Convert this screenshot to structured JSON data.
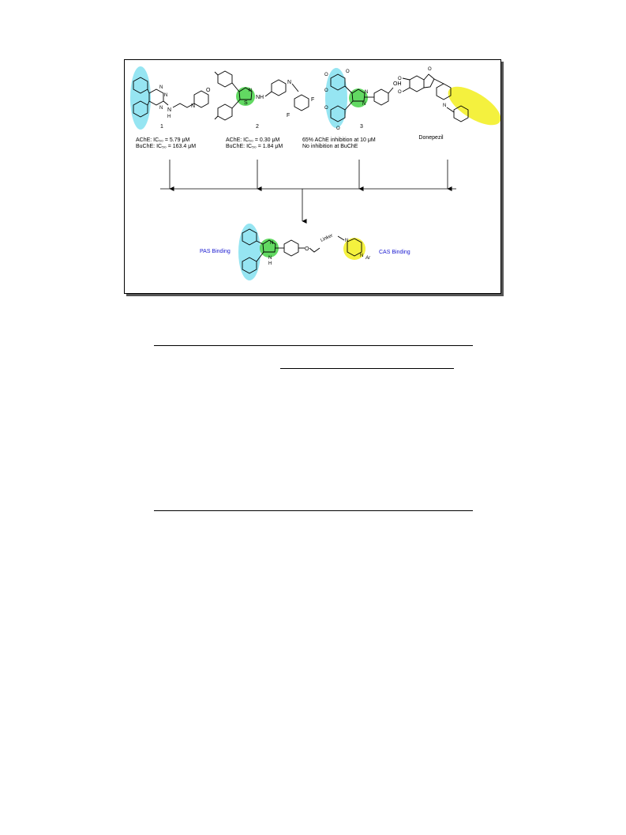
{
  "scheme": {
    "compounds": [
      {
        "id": "1",
        "line1": "AChE: IC₅₀ = 5.79 μM",
        "line2": "BuChE: IC₅₀ = 163.4 μM"
      },
      {
        "id": "2",
        "line1": "AChE: IC₅₀ = 0.30 μM",
        "line2": "BuChE: IC₅₀ = 1.84 μM"
      },
      {
        "id": "3",
        "line1": "65% AChE inhibition at 10 μM",
        "line2": "No inhibition at BuChE"
      },
      {
        "id": "Donepezil"
      }
    ],
    "atoms": {
      "N": "N",
      "NH": "NH",
      "H": "H",
      "S": "S",
      "O": "O",
      "F": "F",
      "OH": "OH",
      "Ar": "Ar",
      "linker": "Linker"
    },
    "pas_label": "PAS Binding",
    "cas_label": "CAS Binding"
  },
  "colors": {
    "pas_highlight": "#3fd0e8",
    "imidazole_highlight": "#2ecc2e",
    "cas_highlight": "#f2ee1c",
    "binding_label": "#1a1ad0"
  }
}
